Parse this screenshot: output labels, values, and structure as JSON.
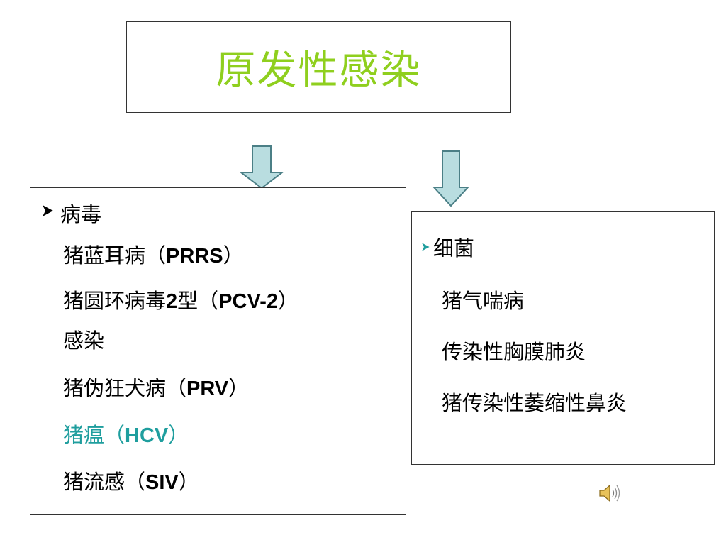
{
  "title": "原发性感染",
  "virus": {
    "heading": "病毒",
    "items": [
      {
        "cn": "猪蓝耳病（",
        "latin": "PRRS",
        "end": "）",
        "color": "#000000"
      },
      {
        "cn": "猪圆环病毒",
        "latin": "2",
        "mid": "型（",
        "latin2": "PCV-2",
        "end": "）"
      },
      {
        "wrap": "感染"
      },
      {
        "cn": "猪伪狂犬病（",
        "latin": "PRV",
        "end": "）",
        "color": "#000000"
      },
      {
        "cn": "猪瘟（",
        "latin": "HCV",
        "end": "）",
        "color": "#1f9e9e"
      },
      {
        "cn": "猪流感（",
        "latin": "SIV",
        "end": "）",
        "color": "#000000"
      }
    ]
  },
  "bacteria": {
    "heading": "细菌",
    "items": [
      "猪气喘病",
      "传染性胸膜肺炎",
      "猪传染性萎缩性鼻炎"
    ]
  },
  "colors": {
    "title": "#8fcf1e",
    "highlight": "#1f9e9e",
    "arrow_fill": "#b9dde0",
    "arrow_stroke": "#4b7f86"
  },
  "icons": {
    "bullet": "arrow-bullet-icon",
    "speaker": "speaker-icon"
  }
}
